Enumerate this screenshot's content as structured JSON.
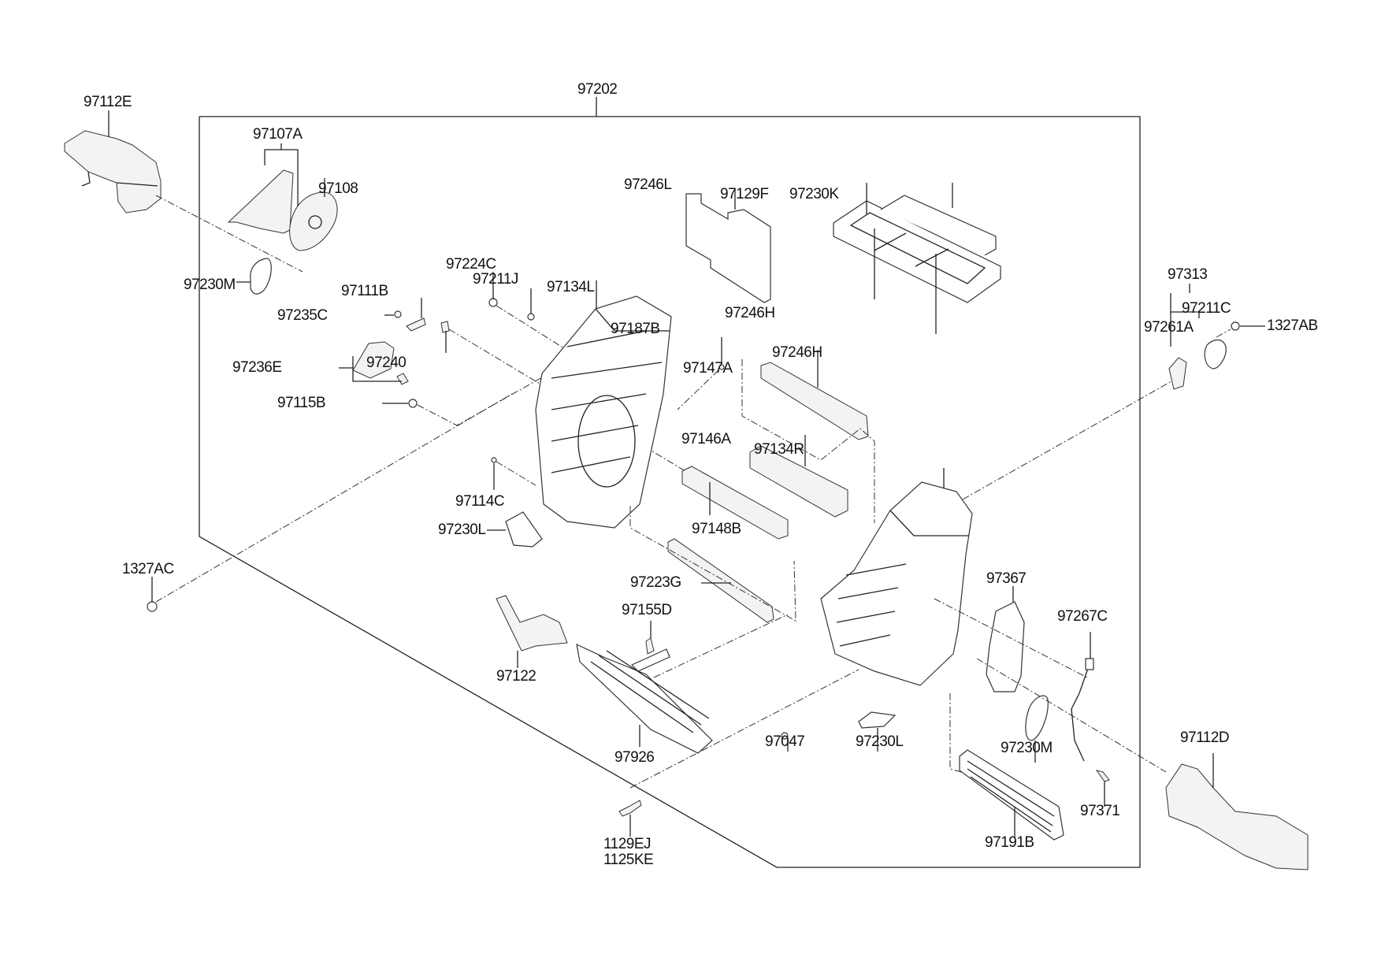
{
  "diagram": {
    "title_part": "97202",
    "parts": [
      {
        "id": "p-97112E",
        "label": "97112E"
      },
      {
        "id": "p-97107A",
        "label": "97107A"
      },
      {
        "id": "p-97108",
        "label": "97108"
      },
      {
        "id": "p-97230M-left",
        "label": "97230M"
      },
      {
        "id": "p-97235C",
        "label": "97235C"
      },
      {
        "id": "p-97111B",
        "label": "97111B"
      },
      {
        "id": "p-97240",
        "label": "97240"
      },
      {
        "id": "p-97236E",
        "label": "97236E"
      },
      {
        "id": "p-97115B",
        "label": "97115B"
      },
      {
        "id": "p-97224C",
        "label": "97224C"
      },
      {
        "id": "p-97211J",
        "label": "97211J"
      },
      {
        "id": "p-97134L",
        "label": "97134L"
      },
      {
        "id": "p-97246L",
        "label": "97246L"
      },
      {
        "id": "p-97129F",
        "label": "97129F"
      },
      {
        "id": "p-97230K",
        "label": "97230K"
      },
      {
        "id": "p-97246H-a",
        "label": "97246H"
      },
      {
        "id": "p-97246H-b",
        "label": "97246H"
      },
      {
        "id": "p-97187B",
        "label": "97187B"
      },
      {
        "id": "p-97147A",
        "label": "97147A"
      },
      {
        "id": "p-97146A",
        "label": "97146A"
      },
      {
        "id": "p-97134R",
        "label": "97134R"
      },
      {
        "id": "p-97313",
        "label": "97313"
      },
      {
        "id": "p-97211C",
        "label": "97211C"
      },
      {
        "id": "p-97261A",
        "label": "97261A"
      },
      {
        "id": "p-1327AB",
        "label": "1327AB"
      },
      {
        "id": "p-97114C",
        "label": "97114C"
      },
      {
        "id": "p-97230L-a",
        "label": "97230L"
      },
      {
        "id": "p-97148B",
        "label": "97148B"
      },
      {
        "id": "p-1327AC",
        "label": "1327AC"
      },
      {
        "id": "p-97223G",
        "label": "97223G"
      },
      {
        "id": "p-97155D",
        "label": "97155D"
      },
      {
        "id": "p-97122",
        "label": "97122"
      },
      {
        "id": "p-97926",
        "label": "97926"
      },
      {
        "id": "p-97047",
        "label": "97047"
      },
      {
        "id": "p-97230L-b",
        "label": "97230L"
      },
      {
        "id": "p-97367",
        "label": "97367"
      },
      {
        "id": "p-97267C",
        "label": "97267C"
      },
      {
        "id": "p-97230M-right",
        "label": "97230M"
      },
      {
        "id": "p-97371",
        "label": "97371"
      },
      {
        "id": "p-97191B",
        "label": "97191B"
      },
      {
        "id": "p-97112D",
        "label": "97112D"
      },
      {
        "id": "p-1129EJ",
        "label": "1129EJ"
      },
      {
        "id": "p-1125KE",
        "label": "1125KE"
      }
    ]
  }
}
